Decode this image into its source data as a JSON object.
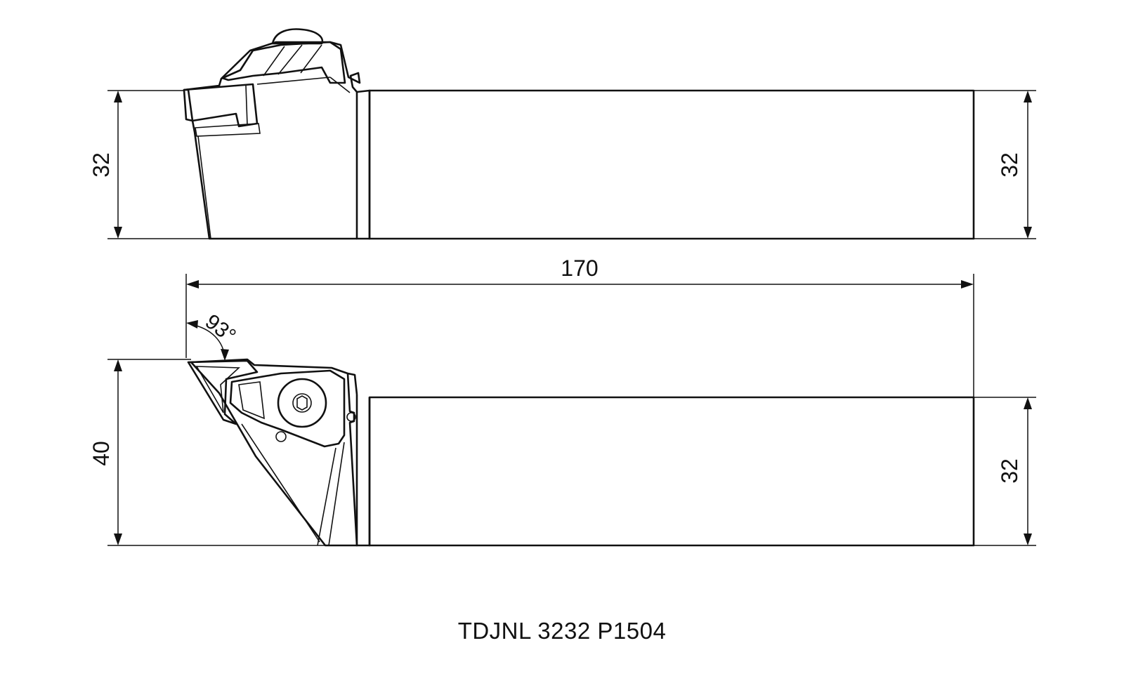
{
  "drawing": {
    "side_view": {
      "left_height_label": "32",
      "right_height_label": "32"
    },
    "top_view": {
      "length_label": "170",
      "angle_label": "93°",
      "left_height_label": "40",
      "right_height_label": "32"
    },
    "part_number": "TDJNL 3232 P1504"
  }
}
